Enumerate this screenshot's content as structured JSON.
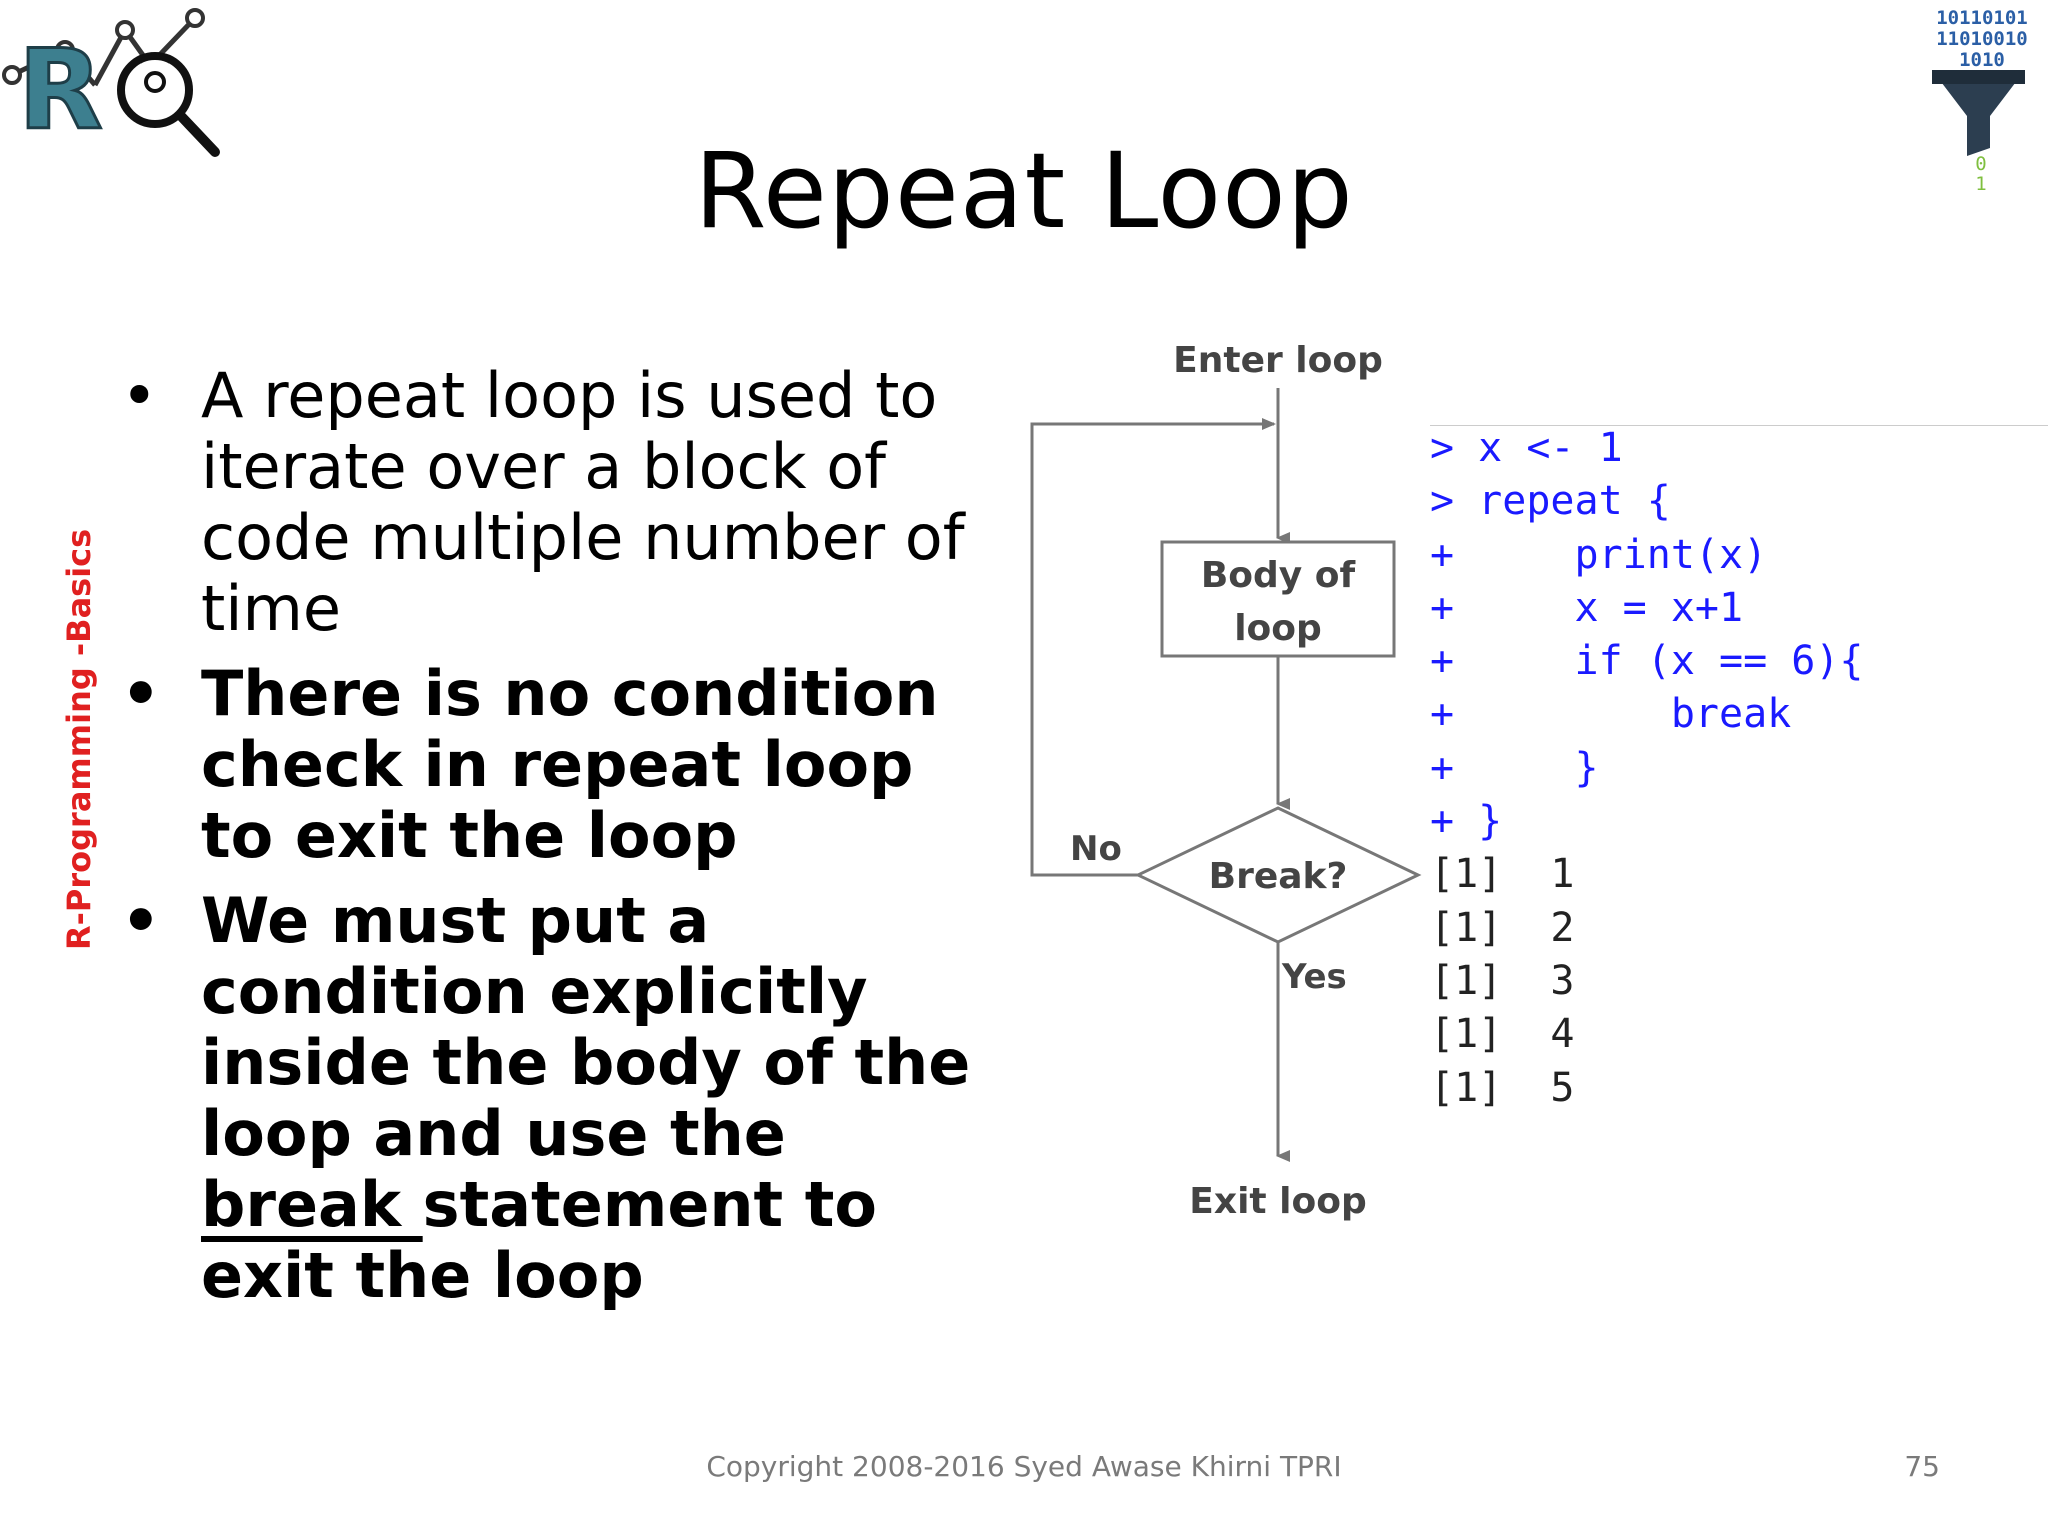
{
  "slide": {
    "title": "Repeat Loop",
    "side_label": "R-Programming  -Basics",
    "bullets": {
      "b1": "A repeat loop is used to iterate over a block of code multiple number of time",
      "b2": "There is no condition check in repeat loop to exit the loop",
      "b3_pre": "We must put a condition explicitly inside the body of the loop and use the ",
      "b3_keyword": "break ",
      "b3_post": "statement to exit the loop"
    },
    "flowchart": {
      "enter": "Enter loop",
      "body_line1": "Body of",
      "body_line2": "loop",
      "decision": "Break?",
      "no": "No",
      "yes": "Yes",
      "exit": "Exit loop"
    },
    "code": {
      "l1_prompt": "> ",
      "l1_code": "x <- 1",
      "l2_prompt": "> ",
      "l2_code": "repeat {",
      "l3_prompt": "+ ",
      "l3_code": "    print(x)",
      "l4_prompt": "+ ",
      "l4_code": "    x = x+1",
      "l5_prompt": "+ ",
      "l5_code": "    if (x == 6){",
      "l6_prompt": "+ ",
      "l6_code": "        break",
      "l7_prompt": "+ ",
      "l7_code": "    }",
      "l8_prompt": "+ ",
      "l8_code": "}",
      "o1": "[1]  1",
      "o2": "[1]  2",
      "o3": "[1]  3",
      "o4": "[1]  4",
      "o5": "[1]  5"
    },
    "funnel_bits": [
      "10110101",
      "11010010",
      "1010"
    ],
    "funnel_out": [
      "0",
      "1"
    ],
    "footer": "Copyright 2008-2016 Syed Awase Khirni TPRI",
    "page_number": "75"
  }
}
